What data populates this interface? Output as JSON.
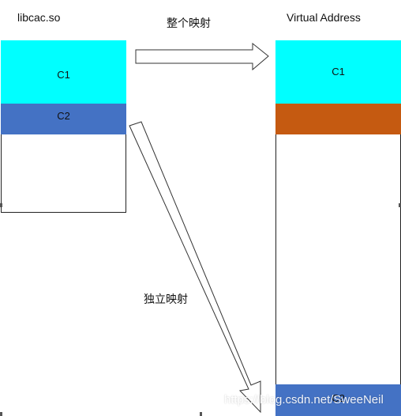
{
  "left_panel": {
    "title": "libcac.so",
    "segments": [
      {
        "label": "C1",
        "color": "#00ffff"
      },
      {
        "label": "C2",
        "color": "#4472c4"
      }
    ]
  },
  "right_panel": {
    "title": "Virtual Address",
    "segments": [
      {
        "label": "C1",
        "color": "#00ffff"
      },
      {
        "label": "",
        "color": "#c55a11"
      },
      {
        "label": "C2",
        "color": "#4472c4"
      }
    ]
  },
  "arrows": {
    "whole_mapping": "整个映射",
    "separate_mapping": "独立映射"
  },
  "watermark": "https://blog.csdn.net/SweeNeil"
}
